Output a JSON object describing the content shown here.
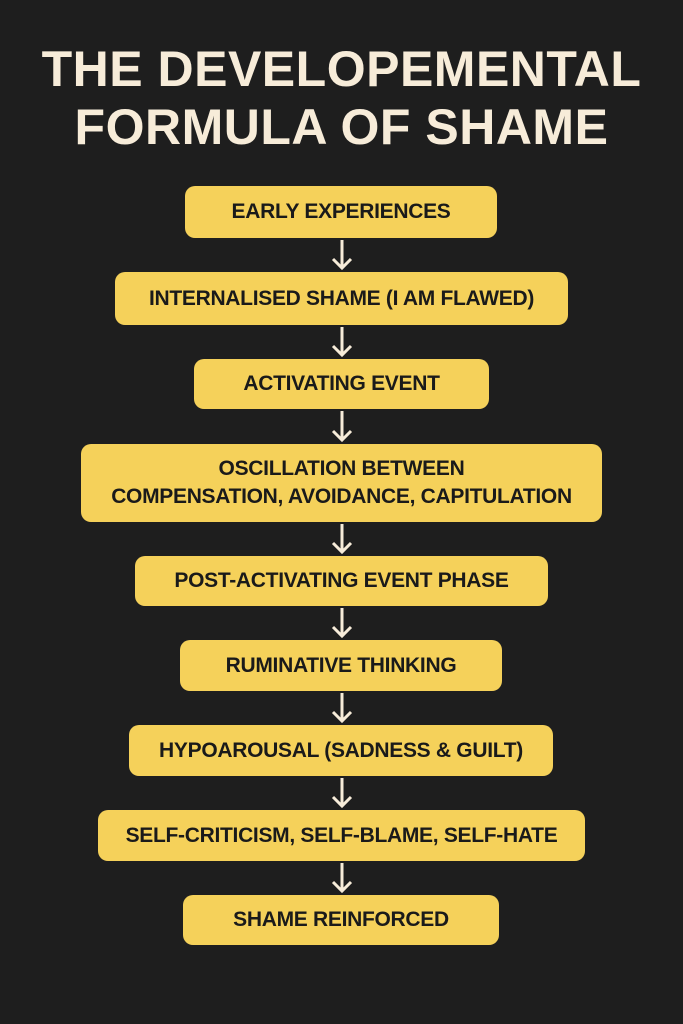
{
  "title": {
    "line1": "THE DEVELOPEMENTAL",
    "line2": "FORMULA OF SHAME"
  },
  "steps": [
    {
      "label": "EARLY EXPERIENCES"
    },
    {
      "label": "INTERNALISED SHAME (I AM FLAWED)"
    },
    {
      "label": "ACTIVATING EVENT"
    },
    {
      "label": "OSCILLATION BETWEEN",
      "label2": "COMPENSATION, AVOIDANCE, CAPITULATION"
    },
    {
      "label": "POST-ACTIVATING EVENT PHASE"
    },
    {
      "label": "RUMINATIVE THINKING"
    },
    {
      "label": "HYPOAROUSAL (SADNESS & GUILT)"
    },
    {
      "label": "SELF-CRITICISM, SELF-BLAME, SELF-HATE"
    },
    {
      "label": "SHAME REINFORCED"
    }
  ],
  "colors": {
    "background": "#1e1e1e",
    "title": "#f7ecd9",
    "box": "#f5d15a",
    "box_text": "#1a1a1a",
    "arrow": "#f7ecd9"
  }
}
